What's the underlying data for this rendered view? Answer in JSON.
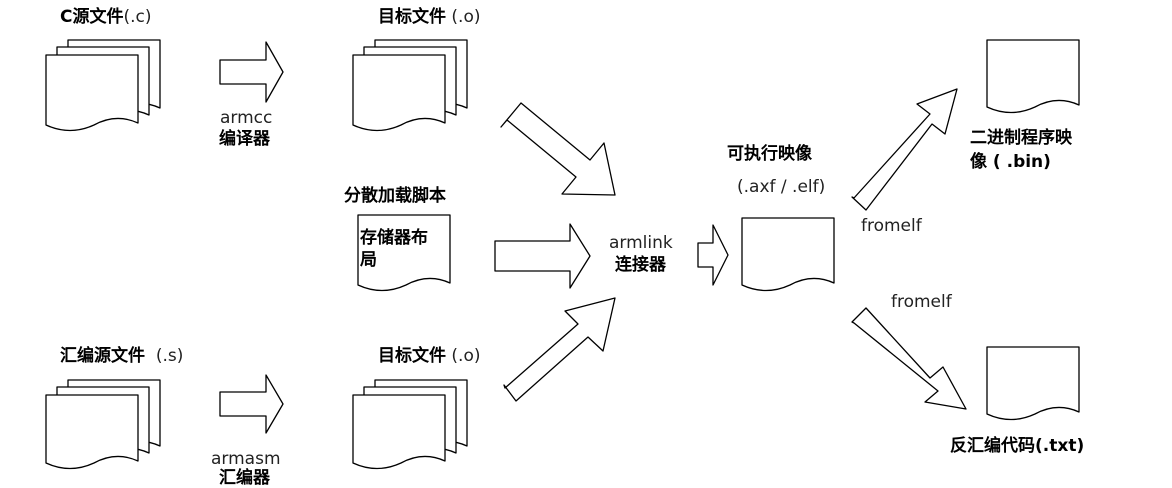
{
  "source_c": {
    "title_bold": "C源文件",
    "title_ext": "(.c)"
  },
  "armcc": {
    "tool": "armcc",
    "desc": "编译器"
  },
  "object_top": {
    "title_bold": "目标文件",
    "title_ext": "(.o)"
  },
  "asm_source": {
    "title_bold": "汇编源文件",
    "title_ext": "(.s)"
  },
  "armasm": {
    "tool": "armasm",
    "desc": "汇编器"
  },
  "object_bottom": {
    "title_bold": "目标文件",
    "title_ext": "(.o)"
  },
  "scatter": {
    "title": "分散加载脚本",
    "doc_line1": "存储器布",
    "doc_line2": "局"
  },
  "armlink": {
    "tool": "armlink",
    "desc": "连接器"
  },
  "image": {
    "title": "可执行映像",
    "ext": "(.axf / .elf)"
  },
  "binary": {
    "line1": "二进制程序映",
    "line2": "像 ( .bin)"
  },
  "disasm": {
    "title": "反汇编代码(.txt)"
  },
  "fromelf_top": "fromelf",
  "fromelf_bottom": "fromelf"
}
